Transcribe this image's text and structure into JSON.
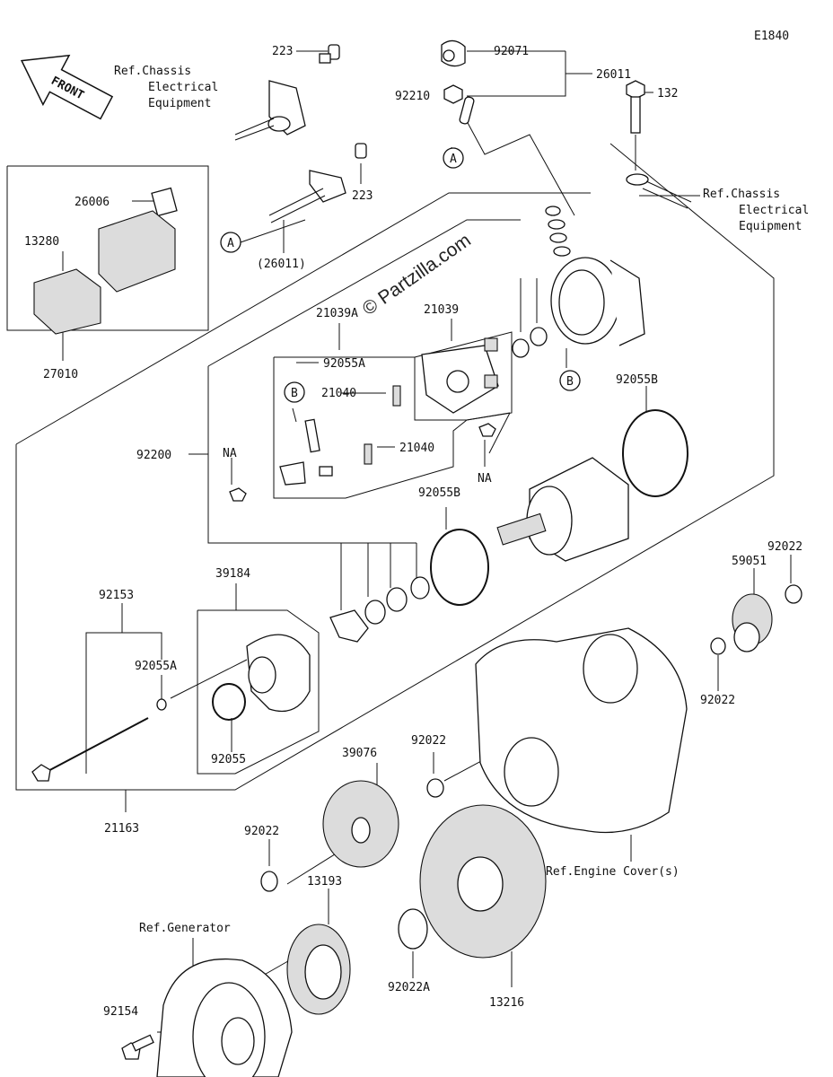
{
  "diagram": {
    "code": "E1840",
    "watermark": "© Partzilla.com",
    "front_label": "FRONT",
    "callout_a": "A",
    "callout_b": "B",
    "na": "NA",
    "references": {
      "chassis_electrical_1": [
        "Ref.Chassis",
        "Electrical",
        "Equipment"
      ],
      "chassis_electrical_2": [
        "Ref.Chassis",
        "Electrical",
        "Equipment"
      ],
      "engine_cover": "Ref.Engine Cover(s)",
      "generator": "Ref.Generator"
    },
    "parts": {
      "p223_top": "223",
      "p223_mid": "223",
      "p92071": "92071",
      "p26011": "26011",
      "p92210": "92210",
      "p132": "132",
      "p26006": "26006",
      "p13280": "13280",
      "p26011_paren": "(26011)",
      "p27010": "27010",
      "p21039A": "21039A",
      "p21039": "21039",
      "p92055A_top": "92055A",
      "p21040_a": "21040",
      "p21040_b": "21040",
      "p92200": "92200",
      "p92055B_right": "92055B",
      "p92055B_mid": "92055B",
      "p39184": "39184",
      "p92153": "92153",
      "p92055A_left": "92055A",
      "p92055": "92055",
      "p21163": "21163",
      "p59051": "59051",
      "p92022_r1": "92022",
      "p92022_r2": "92022",
      "p92022_mid": "92022",
      "p39076": "39076",
      "p92022_left": "92022",
      "p13193": "13193",
      "p92022A": "92022A",
      "p13216": "13216",
      "p92154": "92154"
    }
  }
}
